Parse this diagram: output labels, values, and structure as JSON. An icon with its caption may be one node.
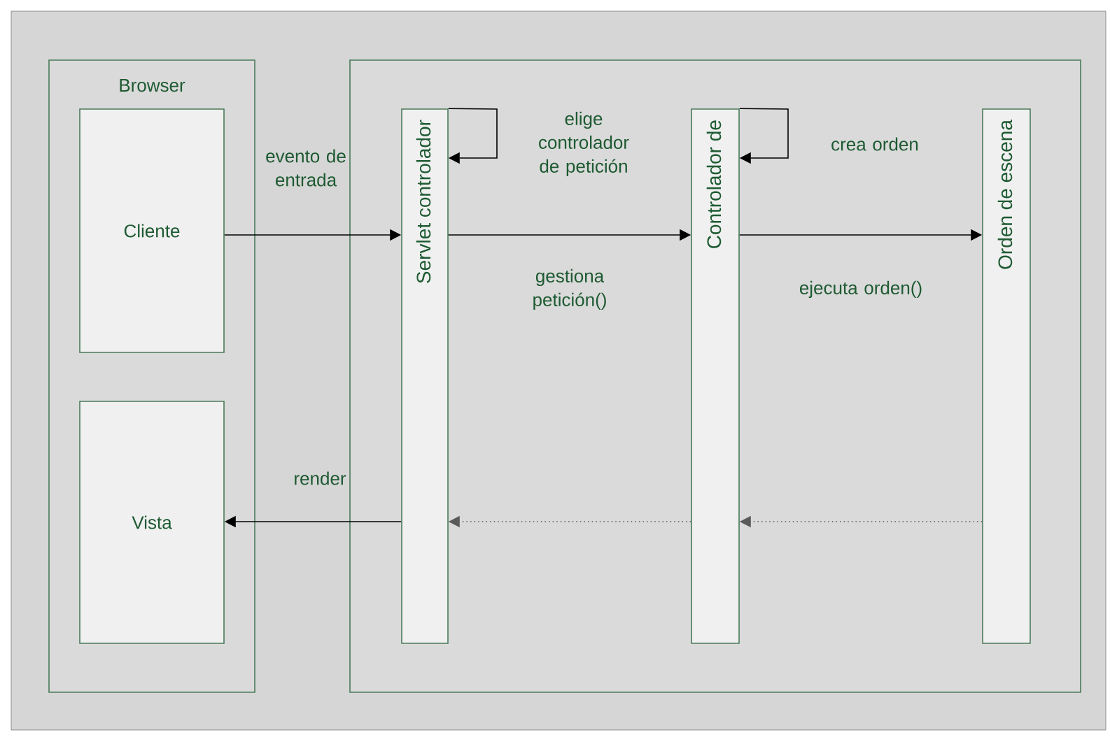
{
  "diagram": {
    "nodes": [
      {
        "text": [
          "Browser"
        ]
      },
      {
        "text": [
          "Cliente"
        ],
        "in": 0
      },
      {
        "text": [
          "Vista"
        ],
        "in": 0
      },
      {
        "text": [],
        "shape": "box"
      },
      {
        "text": [
          "Servlet controlador"
        ],
        "in": 3
      },
      {
        "text": [
          "Controlador de"
        ],
        "in": 3
      },
      {
        "text": [
          "Orden de escena"
        ],
        "in": 3
      }
    ],
    "edges": [
      {
        "from": 1,
        "to": 4,
        "arrow": "to",
        "label": "evento de entrada"
      },
      {
        "from": 4,
        "to": 4,
        "arrow": "to",
        "label": "elige controlador de petición"
      },
      {
        "from": 4,
        "to": 5,
        "arrow": "to",
        "label": "gestiona petición()"
      },
      {
        "from": 5,
        "to": 5,
        "arrow": "to",
        "label": "crea orden"
      },
      {
        "from": 5,
        "to": 6,
        "arrow": "to",
        "label": "ejecuta orden()"
      },
      {
        "from": 4,
        "to": 2,
        "arrow": "to",
        "label": "render"
      },
      {
        "from": 5,
        "to": 4,
        "arrow": "to",
        "style": "dashed"
      },
      {
        "from": 6,
        "to": 5,
        "arrow": "to",
        "style": "dashed"
      }
    ]
  }
}
